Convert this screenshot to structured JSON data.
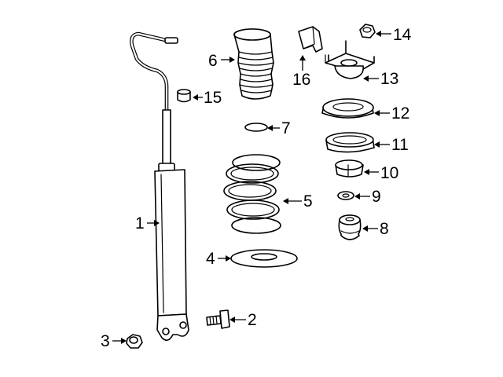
{
  "diagram": {
    "background": "#ffffff",
    "line_color": "#000000",
    "callouts": [
      {
        "id": "1",
        "part": "shock-absorber"
      },
      {
        "id": "2",
        "part": "lower-mount-bolt"
      },
      {
        "id": "3",
        "part": "lower-mount-nut"
      },
      {
        "id": "4",
        "part": "lower-spring-insulator"
      },
      {
        "id": "5",
        "part": "coil-spring"
      },
      {
        "id": "6",
        "part": "dust-boot"
      },
      {
        "id": "7",
        "part": "o-ring"
      },
      {
        "id": "8",
        "part": "bump-stop"
      },
      {
        "id": "9",
        "part": "washer"
      },
      {
        "id": "10",
        "part": "bushing"
      },
      {
        "id": "11",
        "part": "upper-spring-insulator"
      },
      {
        "id": "12",
        "part": "upper-spring-seat"
      },
      {
        "id": "13",
        "part": "upper-mount"
      },
      {
        "id": "14",
        "part": "upper-mount-nut"
      },
      {
        "id": "15",
        "part": "cap"
      },
      {
        "id": "16",
        "part": "bracket"
      }
    ]
  }
}
